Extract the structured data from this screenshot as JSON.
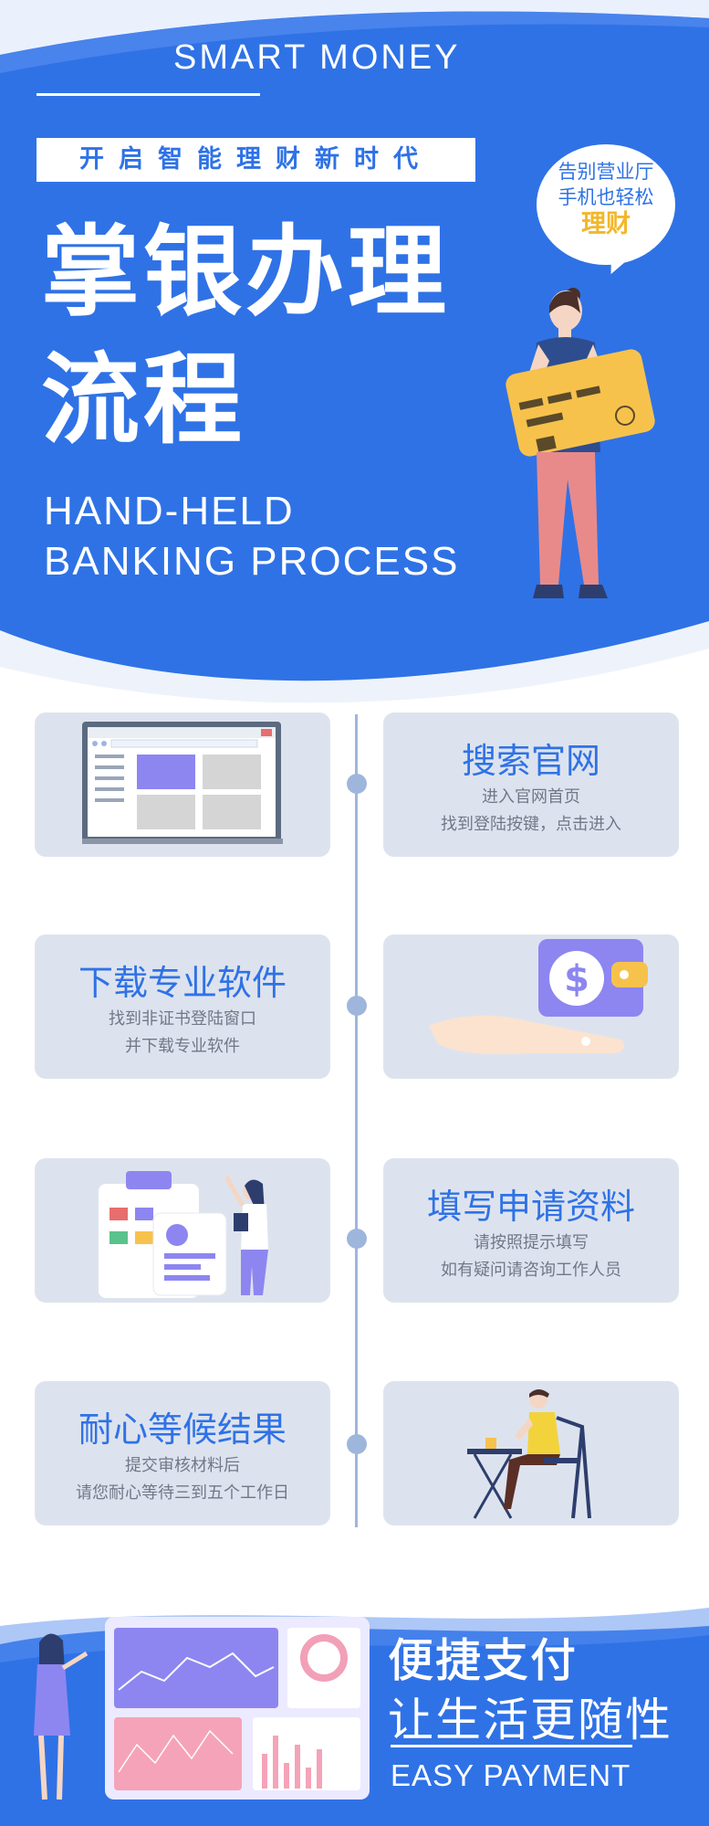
{
  "header": {
    "title_en": "SMART MONEY",
    "slogan": "开启智能理财新时代",
    "main_title_line1": "掌银办理",
    "main_title_line2": "流程",
    "sub_en_line1": "HAND-HELD",
    "sub_en_line2": "BANKING PROCESS",
    "bubble_line1": "告别营业厅",
    "bubble_line2": "手机也轻松",
    "bubble_line3": "理财"
  },
  "steps": [
    {
      "title": "搜索官网",
      "desc1": "进入官网首页",
      "desc2": "找到登陆按键，点击进入",
      "illustration": "browser-window-icon"
    },
    {
      "title": "下载专业软件",
      "desc1": "找到非证书登陆窗口",
      "desc2": "并下载专业软件",
      "illustration": "wallet-dollar-icon"
    },
    {
      "title": "填写申请资料",
      "desc1": "请按照提示填写",
      "desc2": "如有疑问请咨询工作人员",
      "illustration": "clipboard-form-icon"
    },
    {
      "title": "耐心等候结果",
      "desc1": "提交审核材料后",
      "desc2": "请您耐心等待三到五个工作日",
      "illustration": "person-waiting-icon"
    }
  ],
  "footer": {
    "line1": "便捷支付",
    "line2": "让生活更随性",
    "en": "EASY PAYMENT"
  },
  "colors": {
    "primary": "#2f72e6",
    "card_bg": "#dde3ee",
    "accent": "#f2b72a",
    "timeline": "#9eb6dc"
  }
}
